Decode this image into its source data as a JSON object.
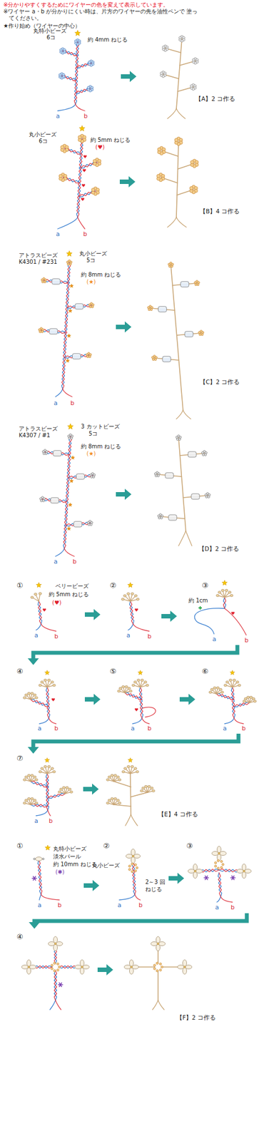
{
  "diagram": {
    "labels": [
      "※分かりやすくするためにワイヤーの色を変えて表示しています。",
      "※ワイヤー a・b が分かりにくい時は、片方のワイヤーの先を油性ペンで 塗ってください。",
      "★作り始め（ワイヤーの中心）",
      "丸特小ビーズ",
      "6コ",
      "約 4mm ねじる",
      "a",
      "b",
      "【A】2 コ作る",
      "丸小ビーズ",
      "6コ",
      "約 5mm ねじる",
      "(♥)",
      "a",
      "b",
      "【B】4 コ作る",
      "アトラスビーズ",
      "K4301 / #231",
      "丸小ビーズ",
      "5コ",
      "約 8mm ねじる",
      "(★)",
      "a",
      "b",
      "【C】2 コ作る",
      "アトラスビーズ",
      "K4307 / #1",
      "3 カットビーズ",
      "5コ",
      "約 8mm ねじる",
      "(★)",
      "a",
      "b",
      "【D】2 コ作る",
      "①",
      "ベリービーズ",
      "約 5mm ねじる",
      "(♥)",
      "a",
      "b",
      "②",
      "a",
      "b",
      "③",
      "約 1cm",
      "a",
      "b",
      "④",
      "a",
      "b",
      "⑤",
      "a",
      "b",
      "⑥",
      "a",
      "b",
      "⑦",
      "a",
      "b",
      "【E】4 コ作る",
      "①",
      "丸特小ビーズ",
      "淡水パール",
      "約 10mm ねじる",
      "(✱)",
      "a",
      "b",
      "②",
      "丸小ビーズ",
      "2～3 回",
      "ねじる",
      "a",
      "b",
      "③",
      "a",
      "b",
      "④",
      "【F】2 コ作る"
    ]
  }
}
